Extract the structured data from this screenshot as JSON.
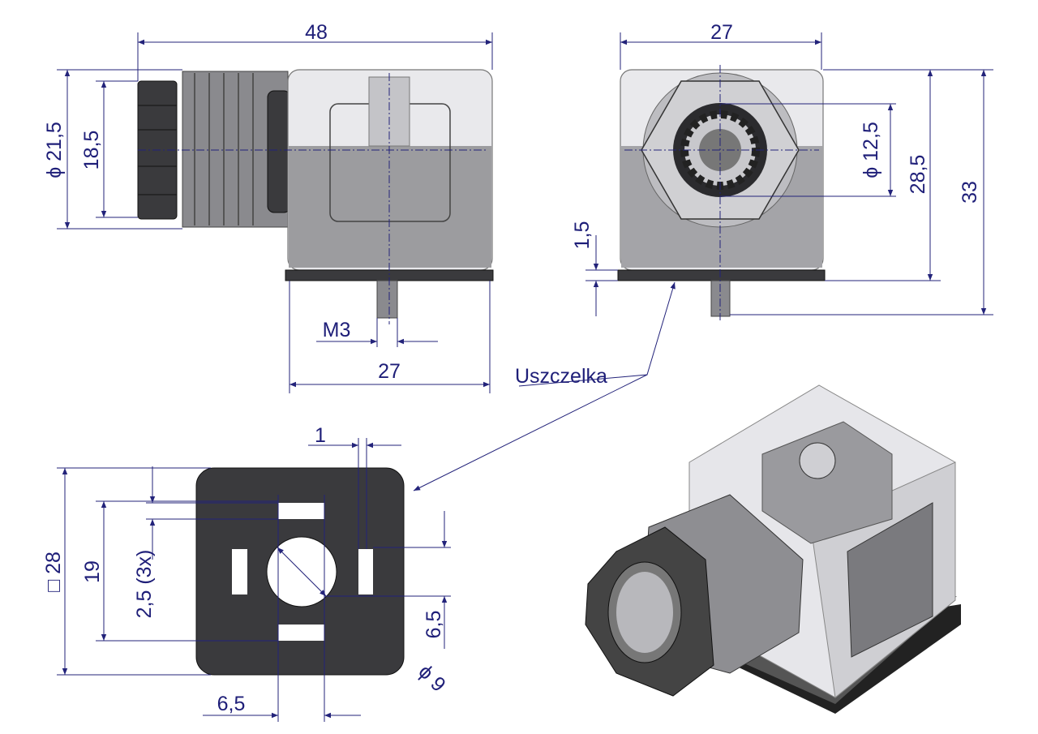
{
  "side_view": {
    "width_label": "48",
    "thread_dia_label": "ϕ 21,5",
    "nut_label": "18,5",
    "screw_label": "M3",
    "base_width_label": "27"
  },
  "front_view": {
    "width_label": "27",
    "hole_dia_label": "ϕ 12,5",
    "height_label": "28,5",
    "total_height_label": "33",
    "gasket_thickness_label": "1,5"
  },
  "gasket_label": "Uszczelka",
  "gasket_view": {
    "slot_offset_label": "1",
    "square_label": "□ 28",
    "pin_spacing_label": "19",
    "slot_width_label": "2,5  (3x)",
    "slot_pos_label": "6,5",
    "hole_dia_label": "ϕ 9",
    "bottom_offset_label": "6,5"
  },
  "colors": {
    "dimension": "#1e1e78",
    "gasket": "#3a3a3d"
  }
}
